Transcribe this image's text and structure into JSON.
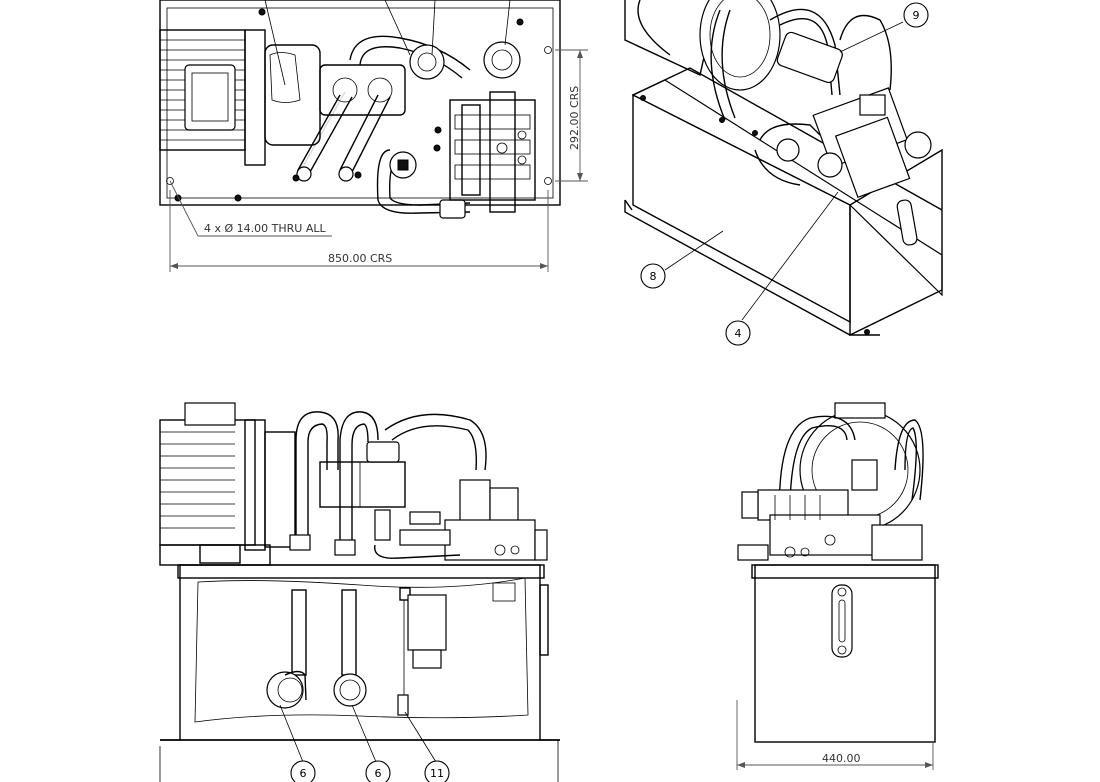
{
  "dimensions": {
    "hole_callout": "4 x Ø 14.00 THRU ALL",
    "length_crs": "850.00 CRS",
    "width_crs": "292.00 CRS",
    "side_width": "440.00"
  },
  "balloons": [
    {
      "id": "balloon-9",
      "label": "9"
    },
    {
      "id": "balloon-8",
      "label": "8"
    },
    {
      "id": "balloon-4",
      "label": "4"
    },
    {
      "id": "balloon-6a",
      "label": "6"
    },
    {
      "id": "balloon-6b",
      "label": "6"
    },
    {
      "id": "balloon-11",
      "label": "11"
    }
  ]
}
